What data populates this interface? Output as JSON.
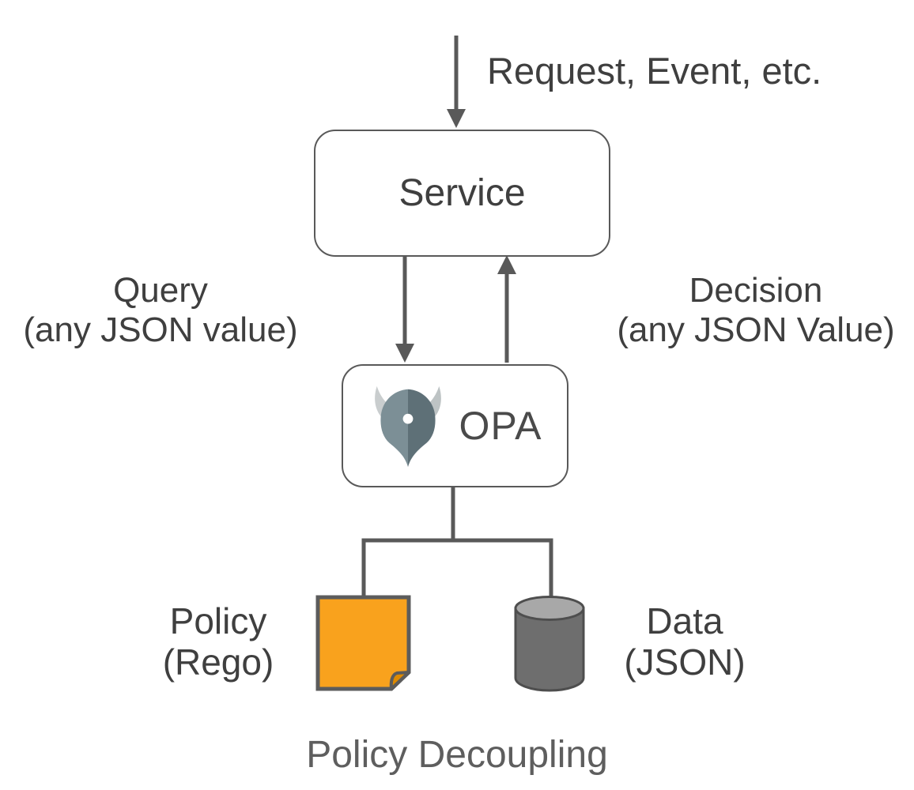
{
  "diagram": {
    "caption": "Policy Decoupling",
    "flow": {
      "request_label": "Request, Event, etc.",
      "query_label": [
        "Query",
        "(any JSON value)"
      ],
      "decision_label": [
        "Decision",
        "(any JSON Value)"
      ]
    },
    "nodes": {
      "service": {
        "label": "Service"
      },
      "opa": {
        "label": "OPA",
        "icon": "opa-helmet-icon"
      },
      "policy": {
        "label": [
          "Policy",
          "(Rego)"
        ],
        "icon": "document-icon"
      },
      "data": {
        "label": [
          "Data",
          "(JSON)"
        ],
        "icon": "database-cylinder-icon"
      }
    },
    "colors": {
      "connector_gray": "#595959",
      "text_dark": "#3f3f3f",
      "caption_gray": "#5e5e5e",
      "policy_orange": "#F9A21D",
      "policy_fold_orange": "#DE8A00",
      "cylinder_body_gray": "#6E6E6E",
      "cylinder_top_gray": "#A8A8A8",
      "cylinder_outline_gray": "#4E4E4E",
      "helmet_left_slate": "#7C8F96",
      "helmet_right_slate": "#5E7077",
      "horn_light_gray": "#C9CDCE",
      "horn_shade_gray": "#BDC3C4"
    }
  }
}
